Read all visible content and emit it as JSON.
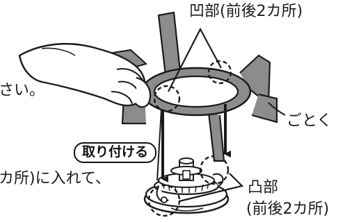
{
  "labels": {
    "recess": "凹部(前後2カ所)",
    "gotoku": "ごとく",
    "attach": "取り付ける",
    "protrusion_line1": "凸部",
    "protrusion_line2": "(前後2カ所)",
    "fragment_left_1": "さい。",
    "fragment_left_2": "カ所)に入れて、"
  },
  "colors": {
    "ink": "#1a1a1a",
    "metal": "#8c8c8c",
    "metal_dark": "#6e6e6e",
    "paper": "#ffffff"
  }
}
